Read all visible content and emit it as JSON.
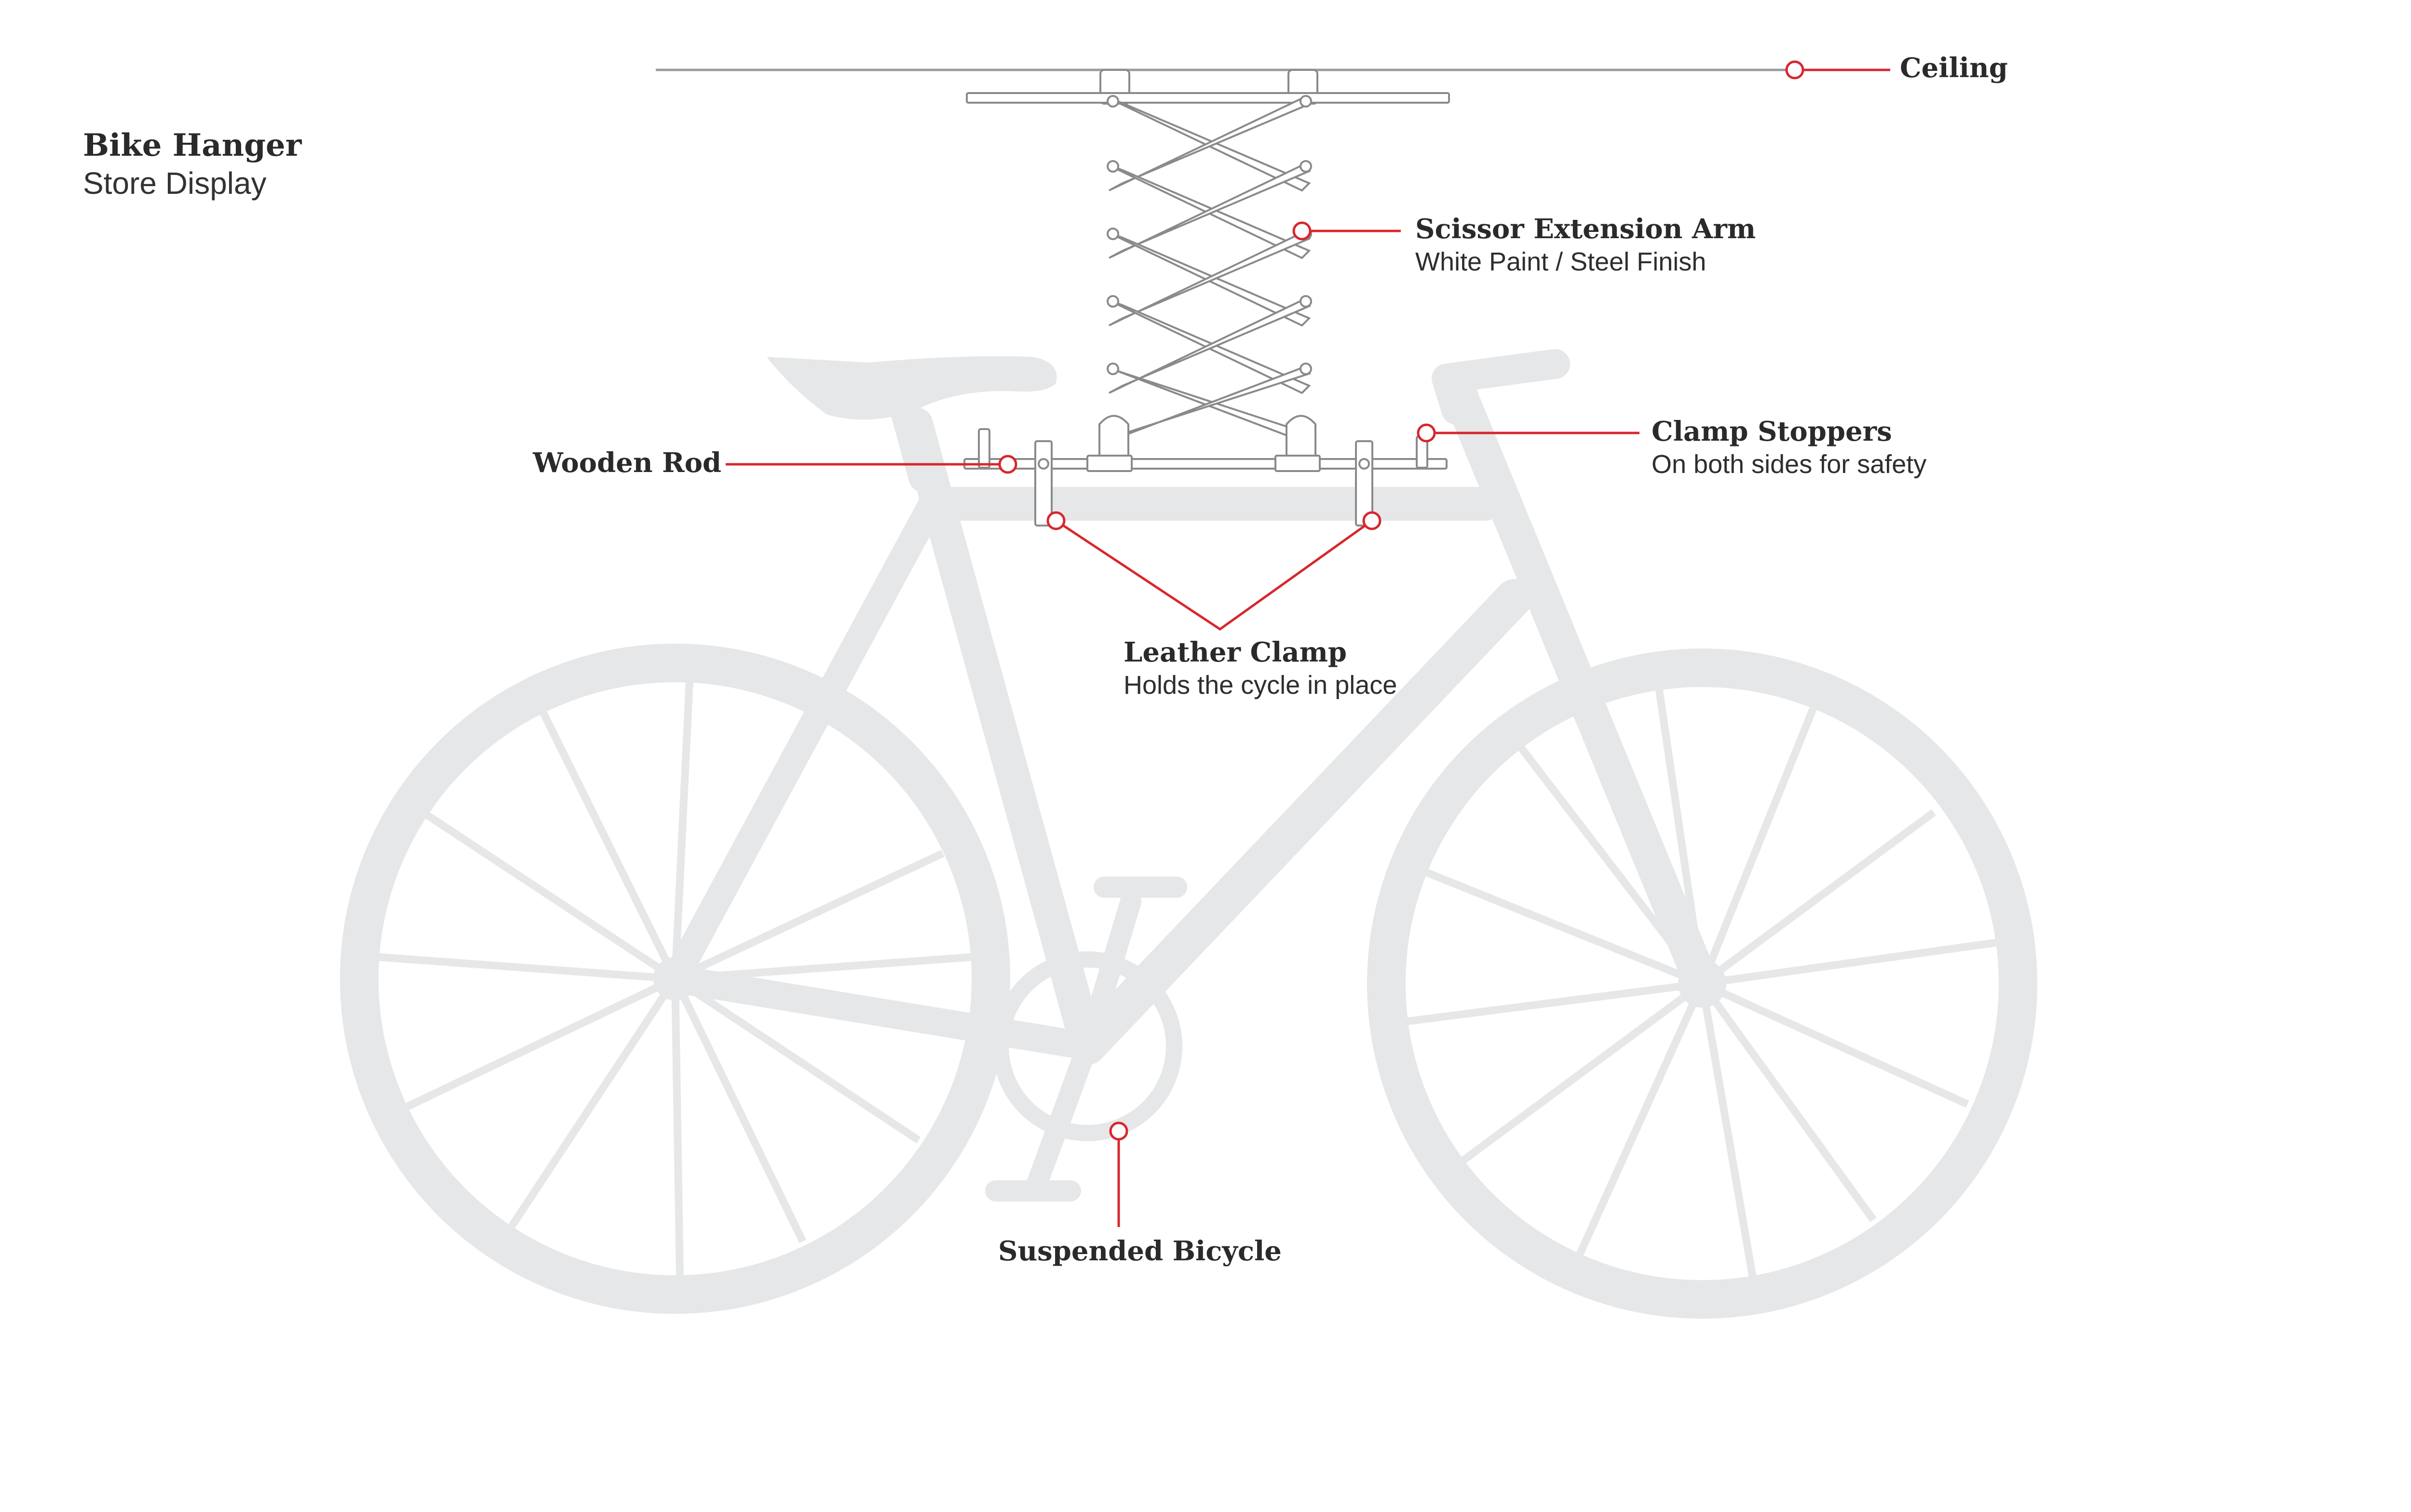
{
  "header": {
    "title": "Bike Hanger",
    "subtitle": "Store Display"
  },
  "callouts": {
    "ceiling": {
      "title": "Ceiling"
    },
    "scissor_arm": {
      "title": "Scissor Extension Arm",
      "subtitle": "White Paint / Steel Finish"
    },
    "clamp_stoppers": {
      "title": "Clamp Stoppers",
      "subtitle": "On both sides for safety"
    },
    "wooden_rod": {
      "title": "Wooden Rod"
    },
    "leather_clamp": {
      "title": "Leather Clamp",
      "subtitle": "Holds the cycle in place"
    },
    "suspended_bicycle": {
      "title": "Suspended Bicycle"
    }
  },
  "colors": {
    "callout_red": "#d8262c",
    "bike_gray": "#e6e7e8",
    "hardware_stroke": "#7a7a7a",
    "text": "#2a2a2a"
  }
}
